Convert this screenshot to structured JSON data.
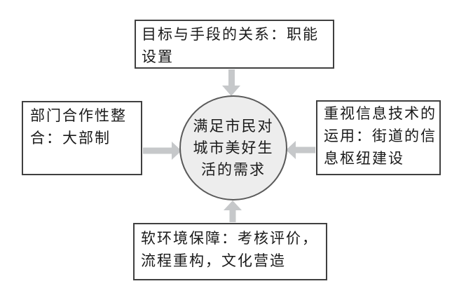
{
  "diagram": {
    "center": {
      "text": "满足市民对城市美好生活的需求"
    },
    "nodes": {
      "top": {
        "text": "目标与手段的关系：职能设置"
      },
      "left": {
        "text": "部门合作性整合：大部制"
      },
      "right": {
        "text": "重视信息技术的运用：街道的信息枢纽建设"
      },
      "bottom": {
        "text": "软环境保障：考核评价，流程重构，文化营造"
      }
    },
    "colors": {
      "background": "#ffffff",
      "box_fill": "#ffffff",
      "box_border": "#404040",
      "circle_fill": "#ededed",
      "circle_border": "#595959",
      "arrow": "#c6c8ca",
      "text": "#1a1a1a"
    }
  }
}
